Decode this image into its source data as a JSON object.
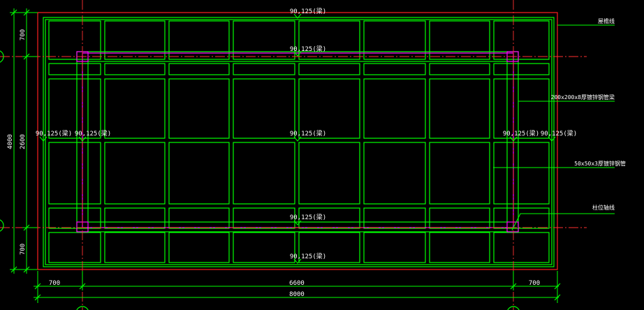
{
  "colors": {
    "background": "#000000",
    "grid_green": "#00ff00",
    "boundary_red": "#ff0000",
    "axis_red": "#ff3030",
    "beam_magenta": "#ff00ff",
    "text_white": "#ffffff"
  },
  "dimensions": {
    "top_left": "700",
    "middle": "6600",
    "top_right": "700",
    "overall": "8000",
    "left_top": "700",
    "left_middle": "2600",
    "left_bottom": "700",
    "left_overall": "4000"
  },
  "beam_labels": {
    "top_outer": "90,125(梁)",
    "top_inner": "90,125(梁)",
    "center": "90,125(梁)",
    "left_outer": "90,125(梁)",
    "left_inner": "90,125(梁)",
    "right_inner": "90,125(梁)",
    "right_outer": "90,125(梁)",
    "bottom_inner": "90,125(梁)",
    "bottom_outer": "90,125(梁)"
  },
  "annotations": {
    "roof_line": "屋檐线",
    "main_tube": "200x200x8厚镀锌钢管梁",
    "secondary_tube": "50x50x3厚镀锌钢管",
    "column_line": "柱位轴线"
  }
}
